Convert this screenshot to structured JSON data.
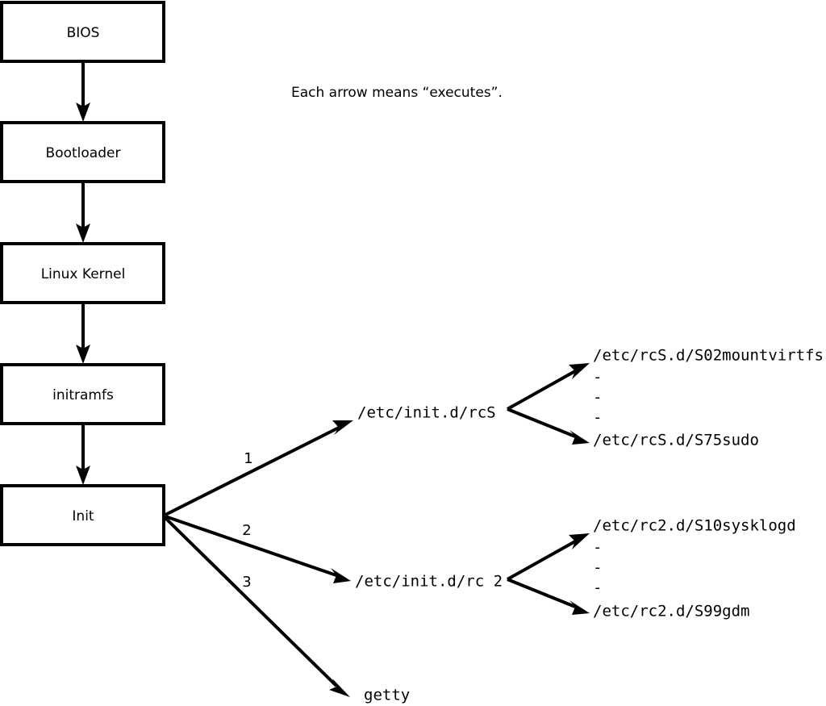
{
  "diagram": {
    "title_caption": "Each arrow means “executes”.",
    "boot_chain": [
      {
        "id": "bios",
        "label": "BIOS"
      },
      {
        "id": "bootloader",
        "label": "Bootloader"
      },
      {
        "id": "linux-kernel",
        "label": "Linux Kernel"
      },
      {
        "id": "initramfs",
        "label": "initramfs"
      },
      {
        "id": "init",
        "label": "Init"
      }
    ],
    "init_branches": [
      {
        "number": "1",
        "label": "/etc/init.d/rcS"
      },
      {
        "number": "2",
        "label": "/etc/init.d/rc 2"
      },
      {
        "number": "3",
        "label": "getty"
      }
    ],
    "rcs_scripts": {
      "first": "/etc/rcS.d/S02mountvirtfs",
      "last": "/etc/rcS.d/S75sudo",
      "ellipsis": [
        "-",
        "-",
        "-"
      ]
    },
    "rc2_scripts": {
      "first": "/etc/rc2.d/S10sysklogd",
      "last": "/etc/rc2.d/S99gdm",
      "ellipsis": [
        "-",
        "-",
        "-"
      ]
    },
    "colors": {
      "stroke": "#000000",
      "fill": "#ffffff",
      "background": "#ffffff"
    }
  }
}
